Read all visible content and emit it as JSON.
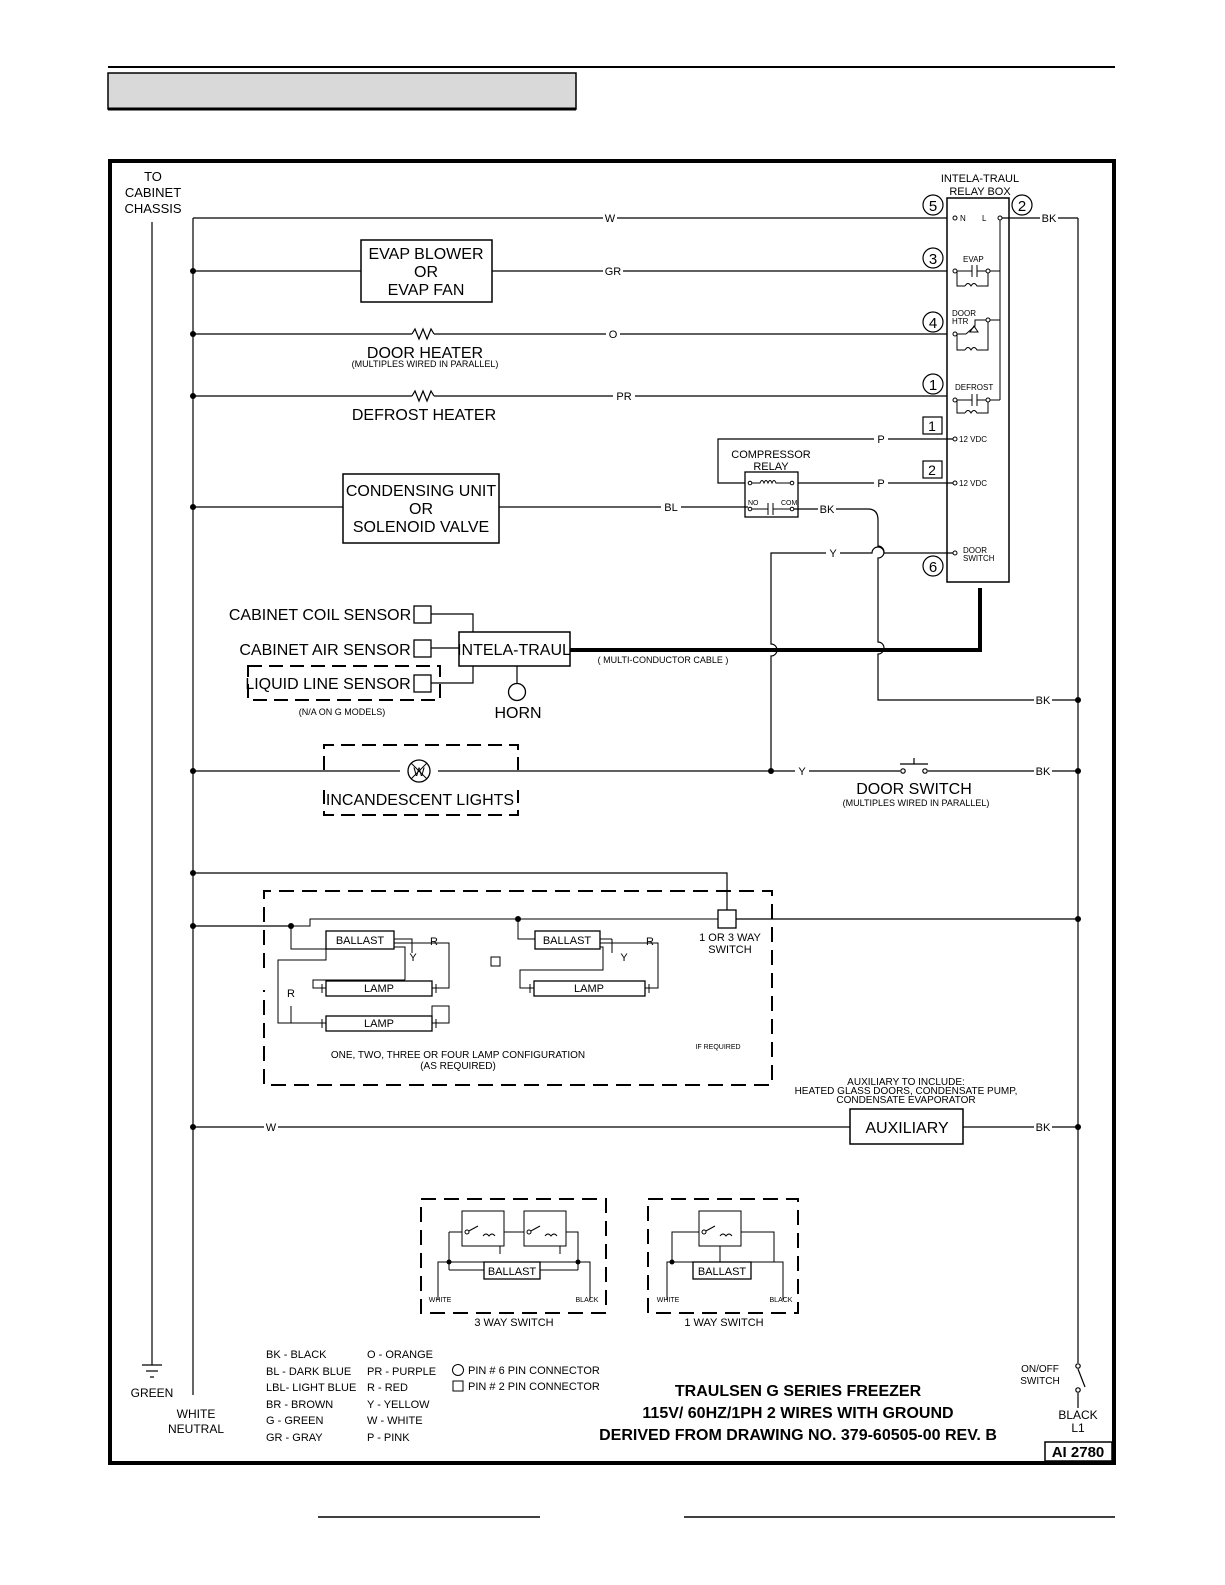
{
  "header": {
    "banner_fill": "#d9d9d9"
  },
  "ground": {
    "to_chassis": [
      "TO",
      "CABINET",
      "CHASSIS"
    ],
    "green": "GREEN"
  },
  "neutral": [
    "WHITE",
    "NEUTRAL"
  ],
  "line": {
    "switch": [
      "ON/OFF",
      "SWITCH"
    ],
    "black": [
      "BLACK",
      "L1"
    ]
  },
  "relay_box": {
    "title": [
      "INTELA-TRAUL",
      "RELAY BOX"
    ],
    "pin_N": "N",
    "pin_L": "L",
    "evap": "EVAP",
    "door_htr": [
      "DOOR",
      "HTR"
    ],
    "defrost": "DEFROST",
    "vdc1": "12 VDC",
    "vdc2": "12 VDC",
    "door_switch": [
      "DOOR",
      "SWITCH"
    ],
    "circle_pins": [
      "5",
      "2",
      "3",
      "4",
      "1",
      "6"
    ],
    "square_pins": [
      "1",
      "2"
    ]
  },
  "wires": {
    "w": "W",
    "gr": "GR",
    "o": "O",
    "pr": "PR",
    "p": "P",
    "bl": "BL",
    "bk": "BK",
    "y": "Y",
    "r": "R"
  },
  "components": {
    "evap_fan": [
      "EVAP BLOWER",
      "OR",
      "EVAP FAN"
    ],
    "door_heater": "DOOR HEATER",
    "door_heater_note": "(MULTIPLES WIRED IN PARALLEL)",
    "defrost_heater": "DEFROST HEATER",
    "condensing": [
      "CONDENSING UNIT",
      "OR",
      "SOLENOID VALVE"
    ],
    "compressor_relay": [
      "COMPRESSOR",
      "RELAY"
    ],
    "relay_no": "NO",
    "relay_com": "COM",
    "coil_sensor": "CABINET COIL SENSOR",
    "air_sensor": "CABINET AIR SENSOR",
    "liquid_sensor": "LIQUID LINE SENSOR",
    "liquid_note": "(N/A ON G MODELS)",
    "controller": "INTELA-TRAUL",
    "cable_note": "( MULTI-CONDUCTOR CABLE )",
    "horn": "HORN",
    "lights": "INCANDESCENT LIGHTS",
    "lights_w": "W",
    "door_switch": "DOOR SWITCH",
    "door_switch_note": "(MULTIPLES WIRED IN PARALLEL)",
    "ballast": "BALLAST",
    "lamp": "LAMP",
    "way_switch": [
      "1 OR 3 WAY",
      "SWITCH"
    ],
    "if_required": "IF REQUIRED",
    "lamp_config": [
      "ONE, TWO, THREE OR FOUR LAMP CONFIGURATION",
      "(AS REQUIRED)"
    ],
    "aux_note": [
      "AUXILIARY TO INCLUDE:",
      "HEATED GLASS DOORS, CONDENSATE PUMP,",
      "CONDENSATE EVAPORATOR"
    ],
    "auxiliary": "AUXILIARY",
    "white": "WHITE",
    "black": "BLACK",
    "three_way": "3 WAY SWITCH",
    "one_way": "1 WAY SWITCH"
  },
  "legend": {
    "col1": [
      "BK  - BLACK",
      "BL  - DARK BLUE",
      "LBL- LIGHT BLUE",
      "BR - BROWN",
      "G   - GREEN",
      "GR - GRAY"
    ],
    "col2": [
      "O   - ORANGE",
      "PR   - PURPLE",
      "R   - RED",
      "Y   - YELLOW",
      "W   - WHITE",
      "P - PINK"
    ],
    "pin6": "PIN # 6 PIN CONNECTOR",
    "pin2": "PIN # 2 PIN CONNECTOR"
  },
  "title_block": {
    "line1": "TRAULSEN G SERIES FREEZER",
    "line2": "115V/ 60HZ/1PH  2 WIRES WITH GROUND",
    "line3": "DERIVED FROM DRAWING NO. 379-60505-00 REV. B",
    "drawing_no": "AI 2780"
  }
}
